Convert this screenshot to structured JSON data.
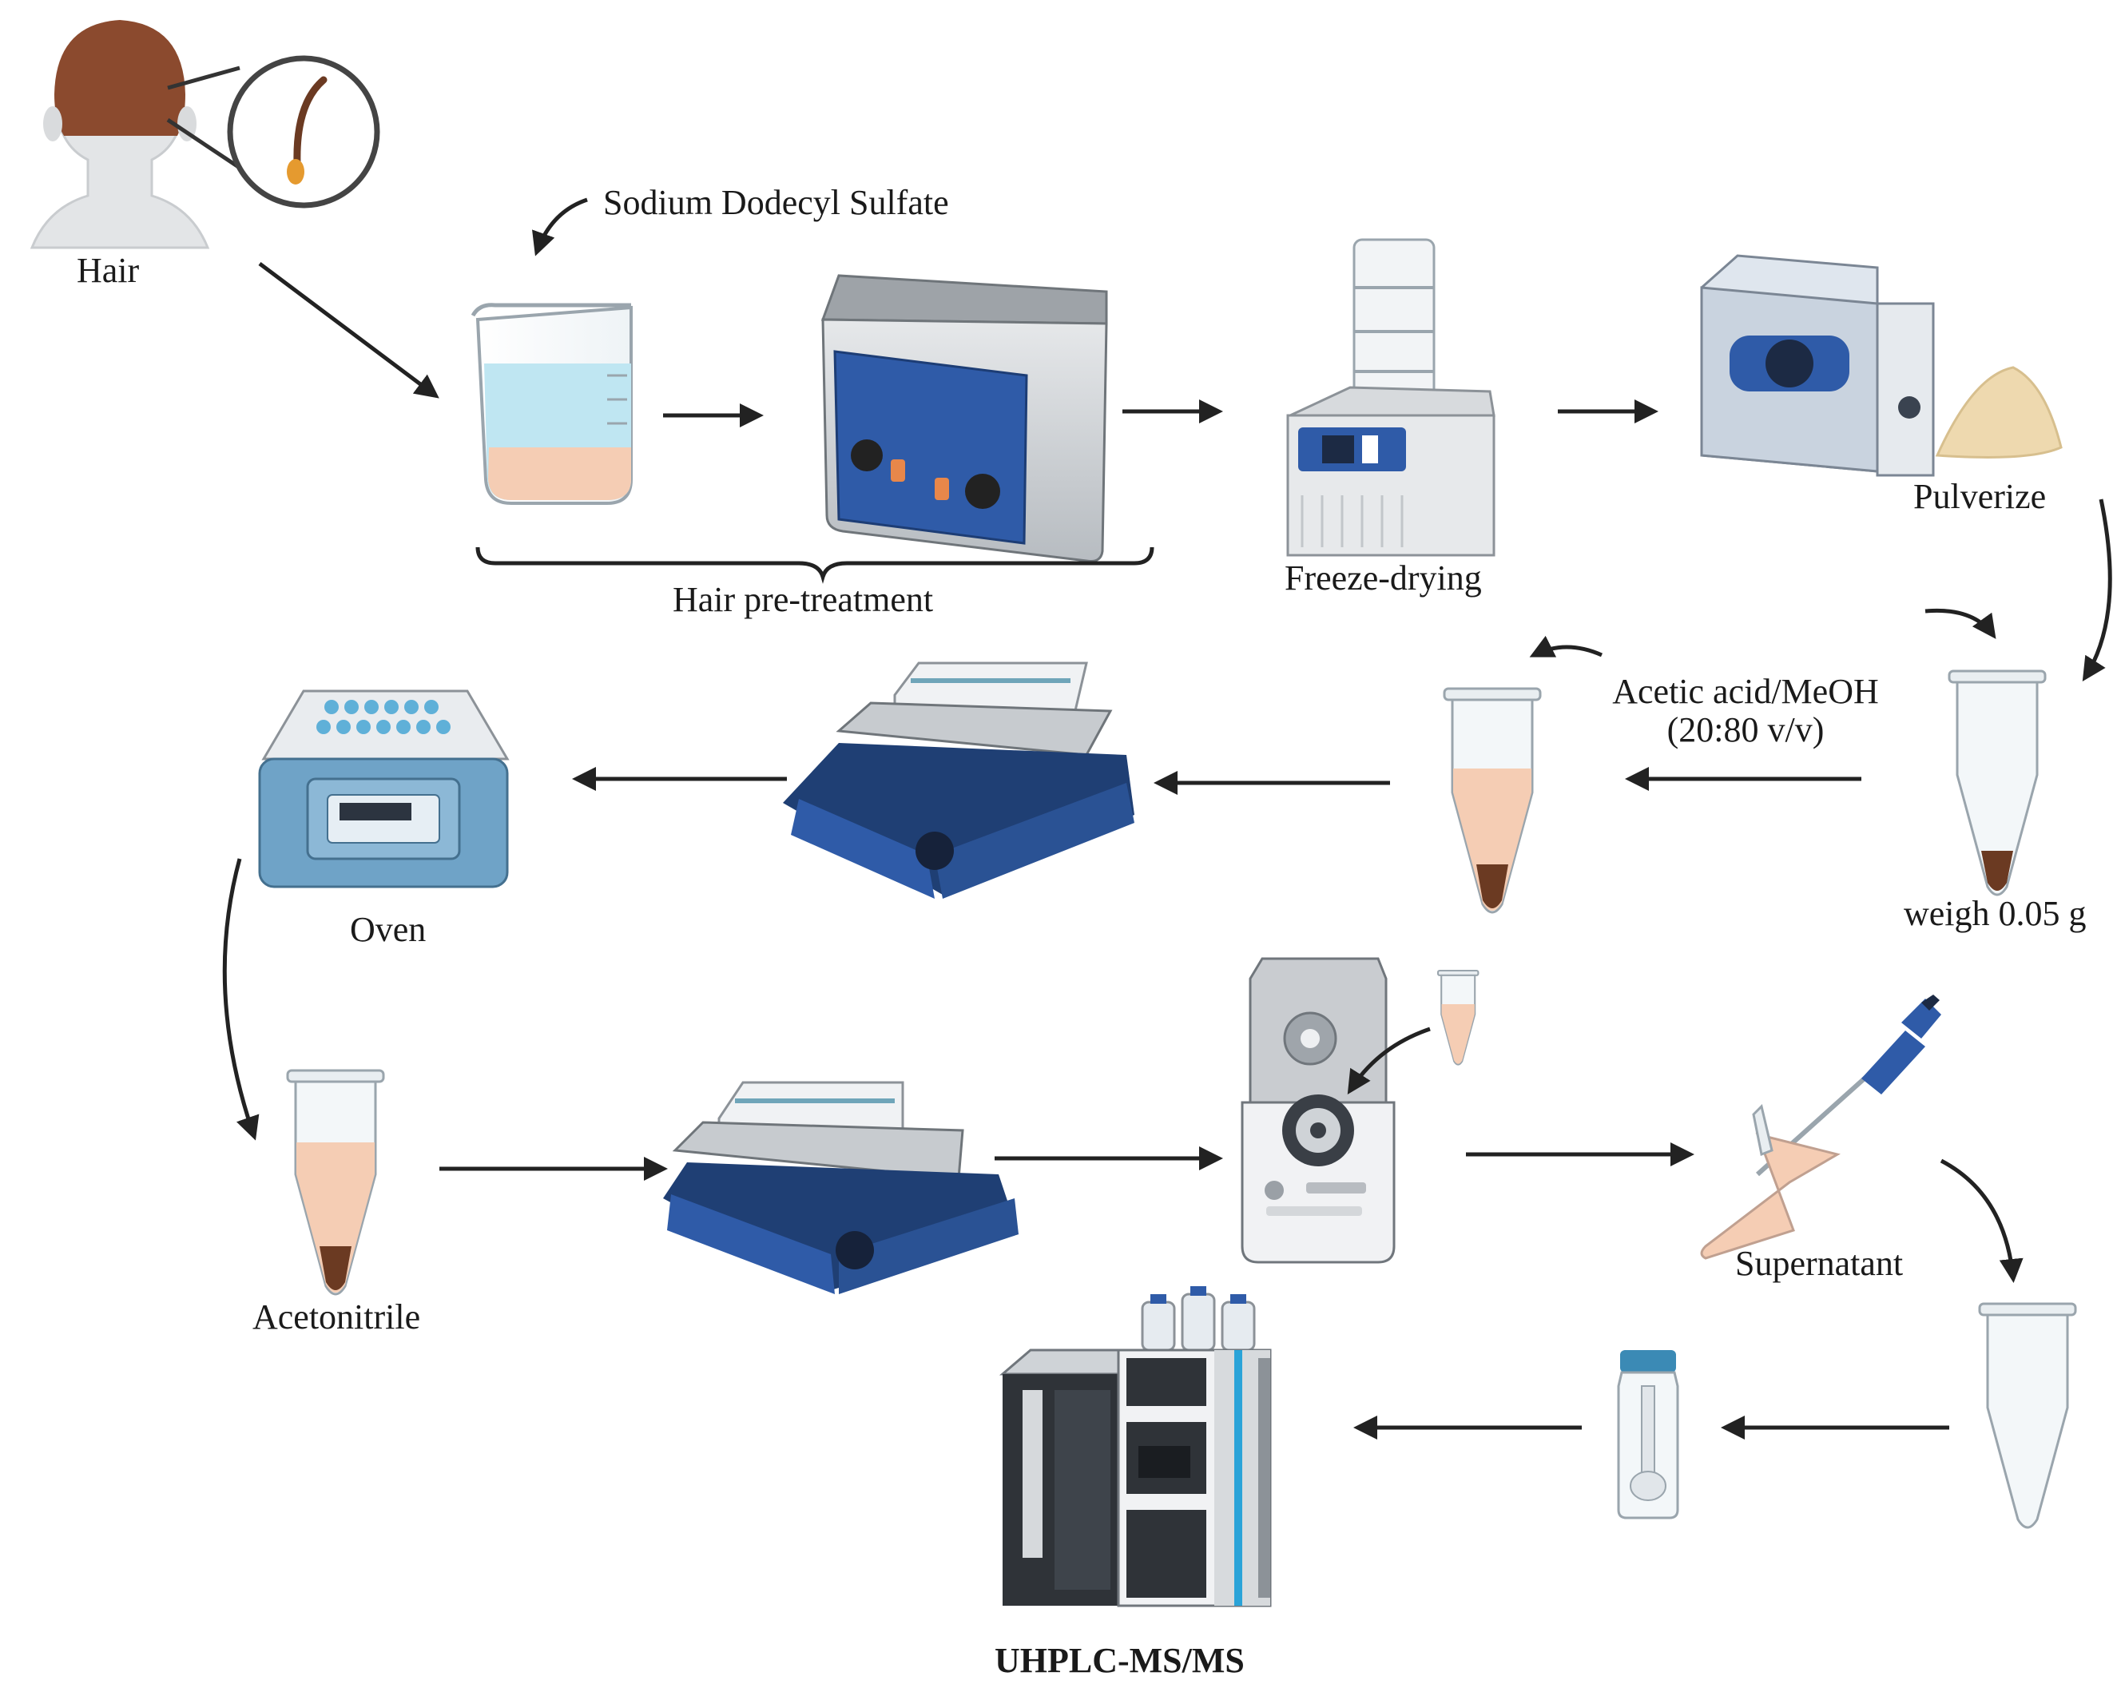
{
  "labels": {
    "hair": "Hair",
    "sds": "Sodium Dodecyl Sulfate",
    "pretreatment": "Hair pre-treatment",
    "freeze_drying": "Freeze-drying",
    "pulverize": "Pulverize",
    "acetic_line1": "Acetic acid/MeOH",
    "acetic_line2": "(20:80 v/v)",
    "weigh": "weigh 0.05 g",
    "oven": "Oven",
    "acetonitrile": "Acetonitrile",
    "supernatant": "Supernatant",
    "uhplc": "UHPLC-MS/MS"
  },
  "icons": [
    "head-with-hair-icon",
    "magnified-hair-follicle-icon",
    "beaker-icon",
    "ultrasonic-bath-icon",
    "freeze-dryer-icon",
    "ball-mill-pulverizer-icon",
    "powder-pile-icon",
    "empty-tube-icon",
    "tube-with-solvent-icon",
    "shaker-plate-icon",
    "oven-icon",
    "centrifuge-icon",
    "pipette-icon",
    "autosampler-vial-icon",
    "uhplc-instrument-icon"
  ],
  "colors": {
    "hair_brown": "#8B4A2E",
    "liquid_blue": "#BFE6F2",
    "liquid_peach": "#F5CDB4",
    "instrument_blue": "#2F5BA8",
    "shaker_navy": "#1F3F74",
    "oven_blue": "#6FA3C7",
    "gray_steel": "#BFC3C7",
    "arrow": "#222222"
  }
}
